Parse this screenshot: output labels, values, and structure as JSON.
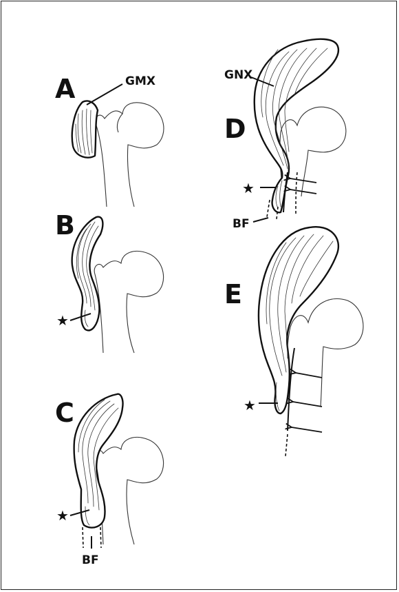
{
  "panels": {
    "a": {
      "letter": "A",
      "label": "GMX"
    },
    "b": {
      "letter": "B",
      "star": "★"
    },
    "c": {
      "letter": "C",
      "star": "★",
      "label": "BF"
    },
    "d": {
      "letter": "D",
      "label": "GNX",
      "star": "★",
      "label2": "BF"
    },
    "e": {
      "letter": "E",
      "star": "★"
    }
  },
  "colors": {
    "line": "#111111",
    "background": "#ffffff"
  }
}
